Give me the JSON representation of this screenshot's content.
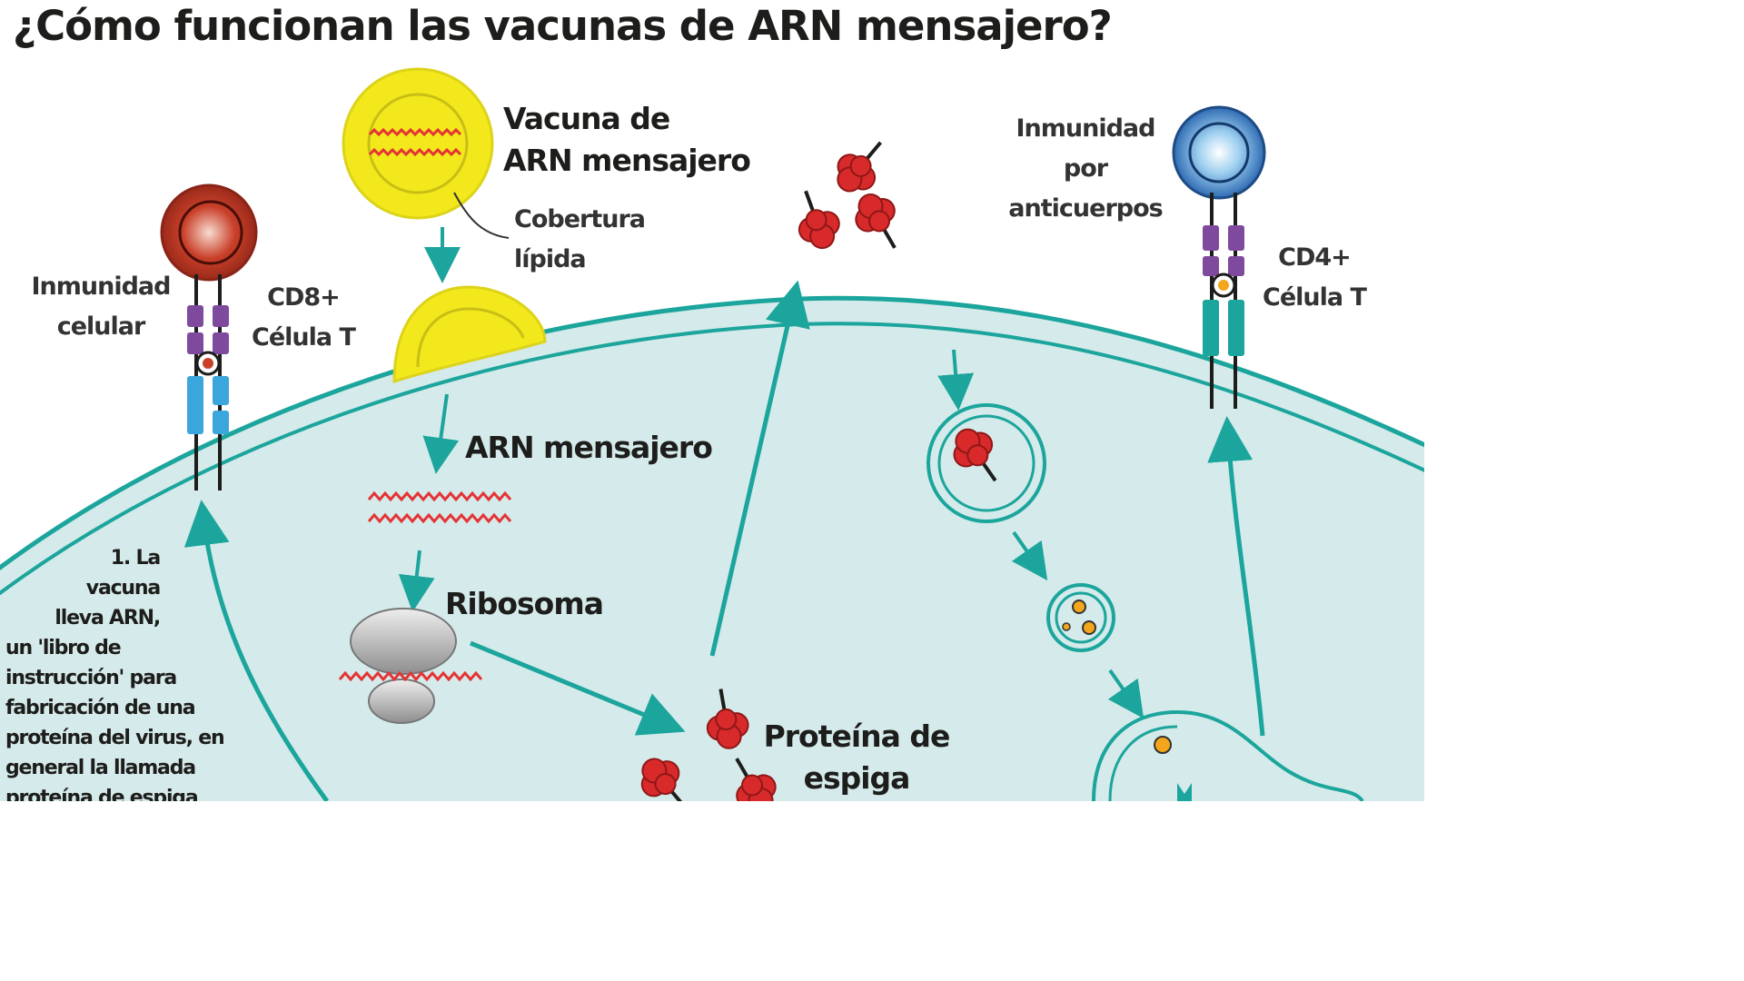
{
  "title": "¿Cómo funcionan las vacunas de ARN mensajero?",
  "labels": {
    "vaccine": "Vacuna de\nARN mensajero",
    "lipid_coat": "Cobertura\nlípida",
    "mrna": "ARN mensajero",
    "ribosome": "Ribosoma",
    "spike": "Proteína de\nespiga",
    "cell_immunity": "Inmunidad\ncelular",
    "cd8": "CD8+\nCélula T",
    "antibody_immunity": "Inmunidad\npor\nanticuerpos",
    "cd4": "CD4+\nCélula T"
  },
  "step1": {
    "heading": "1. La\nvacuna\nlleva ARN,",
    "body": "un 'libro de\ninstrucción' para\nfabricación de una\nproteína del virus, en\ngeneral la llamada\nproteína de espiga"
  },
  "colors": {
    "cell_fill": "#d5eaea",
    "membrane": "#1ba59c",
    "arrow": "#1ba59c",
    "lipid_yellow": "#f2e81c",
    "mrna_red": "#e53335",
    "spike_red": "#d82a2a",
    "cd8_red": "#e2452b",
    "cd4_blue": "#2f6bb3",
    "receptor_purple": "#7f4a9e",
    "cd8_stalk_blue": "#3aa6dc",
    "cd4_stalk_teal": "#1ba59c",
    "fragment_orange": "#f3a51c",
    "ribosome_gray": "#9b9b9b"
  },
  "icons": [
    "mrna-vaccine-particle-icon",
    "spike-protein-icon",
    "ribosome-icon",
    "cd8-t-cell-icon",
    "cd4-t-cell-icon",
    "endosome-vesicle-icon"
  ]
}
